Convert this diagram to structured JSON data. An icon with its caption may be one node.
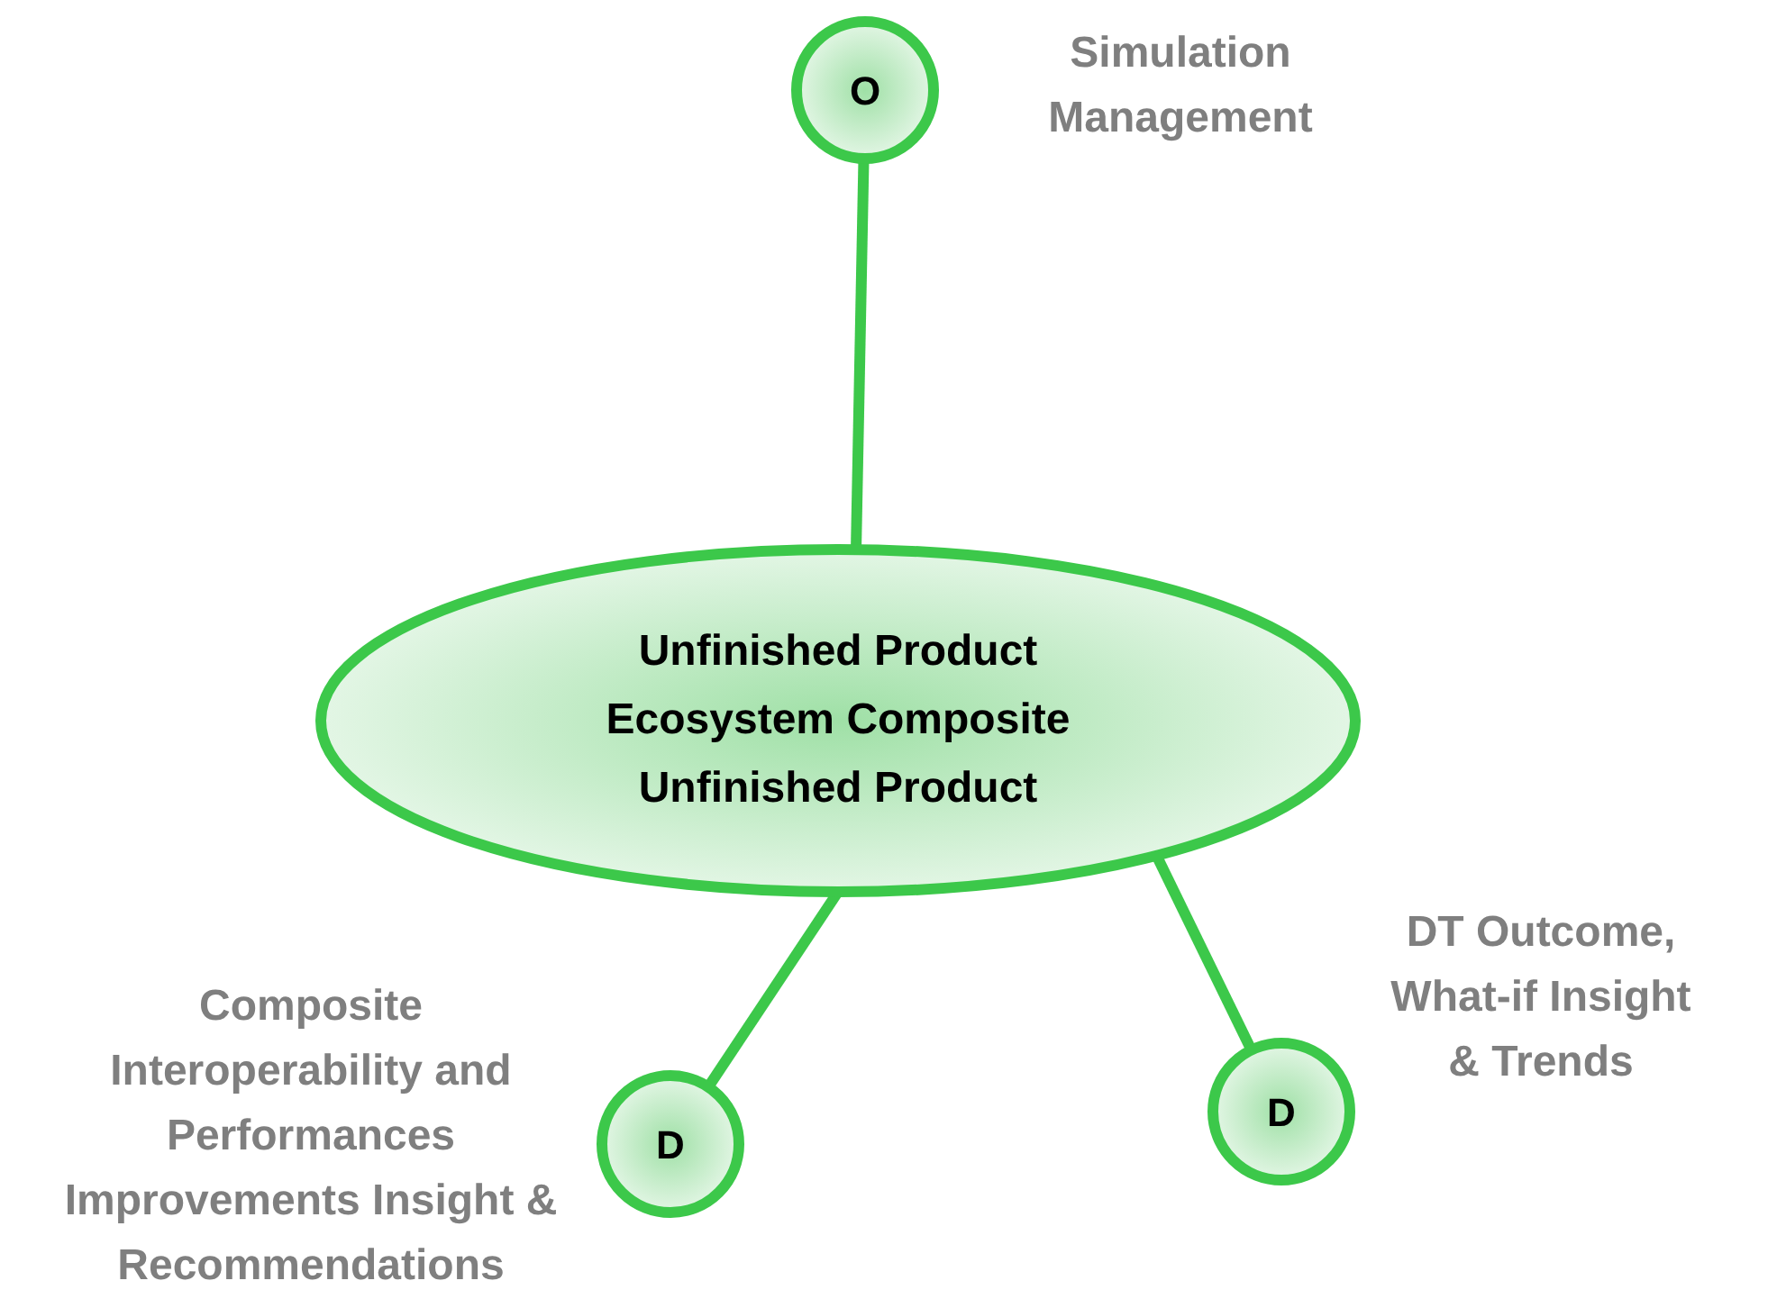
{
  "diagram": {
    "nodes": [
      {
        "text": [
          "Unfinished Product Ecosystem Composite Unfinished Product"
        ]
      },
      {
        "text": [
          "O"
        ],
        "beside": [
          "Simulation Management"
        ]
      },
      {
        "text": [
          "D"
        ],
        "beside": [
          "Composite Interoperability and Performances Improvements Insight & Recommendations"
        ]
      },
      {
        "text": [
          "D"
        ],
        "beside": [
          "DT Outcome, What-if Insight & Trends"
        ]
      }
    ],
    "edges": [
      {
        "from": 0,
        "to": 1,
        "arrow": "none"
      },
      {
        "from": 0,
        "to": 2,
        "arrow": "none"
      },
      {
        "from": 0,
        "to": 3,
        "arrow": "none"
      }
    ]
  }
}
